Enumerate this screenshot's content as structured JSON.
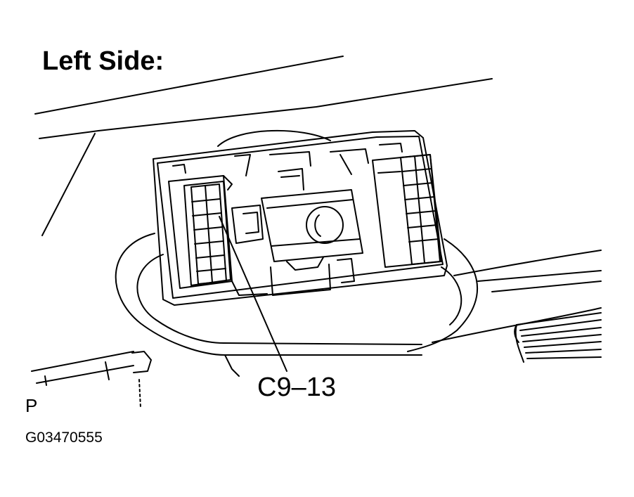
{
  "title": "Left Side:",
  "callout": "C9–13",
  "corner_label": "P",
  "figure_id": "G03470555",
  "colors": {
    "ink": "#000000",
    "paper": "#ffffff"
  }
}
